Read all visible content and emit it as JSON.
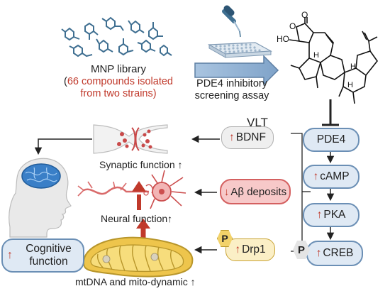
{
  "library": {
    "title": "MNP library",
    "subtitle_open": "(",
    "subtitle_line1": "66 compounds isolated",
    "subtitle_line2": "from two strains)"
  },
  "assay": {
    "line1": "PDE4 inhibitory",
    "line2": "screening assay"
  },
  "compound": {
    "name": "VLT",
    "labels": {
      "ho": "HO",
      "o1": "O",
      "o2": "O",
      "h1": "H",
      "h2": "H",
      "h3": "H"
    }
  },
  "pathway": [
    {
      "label": "PDE4",
      "up": false
    },
    {
      "label": "cAMP",
      "up": true
    },
    {
      "label": "PKA",
      "up": true
    },
    {
      "label": "CREB",
      "up": true
    }
  ],
  "phospho": "P",
  "effectors": {
    "bdnf": "BDNF",
    "abeta": "Aβ deposits",
    "drp1": "Drp1"
  },
  "arrows": {
    "up": "↑",
    "down": "↓"
  },
  "captions": {
    "synaptic": "Synaptic function ↑",
    "neural": "Neural function↑",
    "mito": "mtDNA and mito-dynamic ↑"
  },
  "outcome": {
    "line1": "Cognitive",
    "line2": "function"
  },
  "colors": {
    "accent_red": "#c0392b",
    "pill_blue": "#dfe9f4",
    "pill_border": "#6b8fb5",
    "mol_blue": "#3f6f91"
  }
}
